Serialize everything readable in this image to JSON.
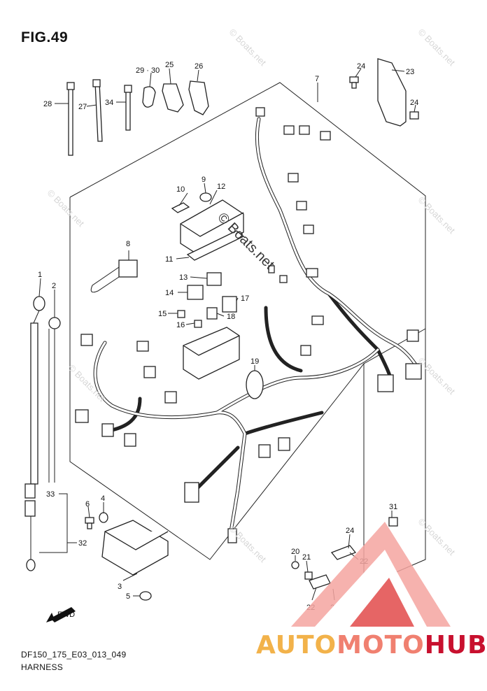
{
  "figure": {
    "title": "FIG.49"
  },
  "caption": {
    "code": "DF150_175_E03_013_049",
    "name": "HARNESS"
  },
  "watermark": {
    "text": "© Boats.net"
  },
  "brand": {
    "part1": "AUTO",
    "part2": "MOTO",
    "part3": "HUB",
    "colors": [
      "#f2b24a",
      "#f08070",
      "#c8102e"
    ]
  },
  "callouts": {
    "c1": "1",
    "c2": "2",
    "c3": "3",
    "c4": "4",
    "c5": "5",
    "c6": "6",
    "c7": "7",
    "c8": "8",
    "c9": "9",
    "c10": "10",
    "c11": "11",
    "c12": "12",
    "c13": "13",
    "c14": "14",
    "c15": "15",
    "c16": "16",
    "c17": "17",
    "c18": "18",
    "c19": "19",
    "c20": "20",
    "c21": "21",
    "c22a": "22",
    "c22b": "22",
    "c23": "23",
    "c24a": "24",
    "c24b": "24",
    "c24c": "24",
    "c24d": "24",
    "c25": "25",
    "c26": "26",
    "c27": "27",
    "c28": "28",
    "c2930": "29 · 30",
    "c31": "31",
    "c32": "32",
    "c33": "33",
    "c34": "34"
  },
  "fwd": {
    "label": "FWD"
  }
}
